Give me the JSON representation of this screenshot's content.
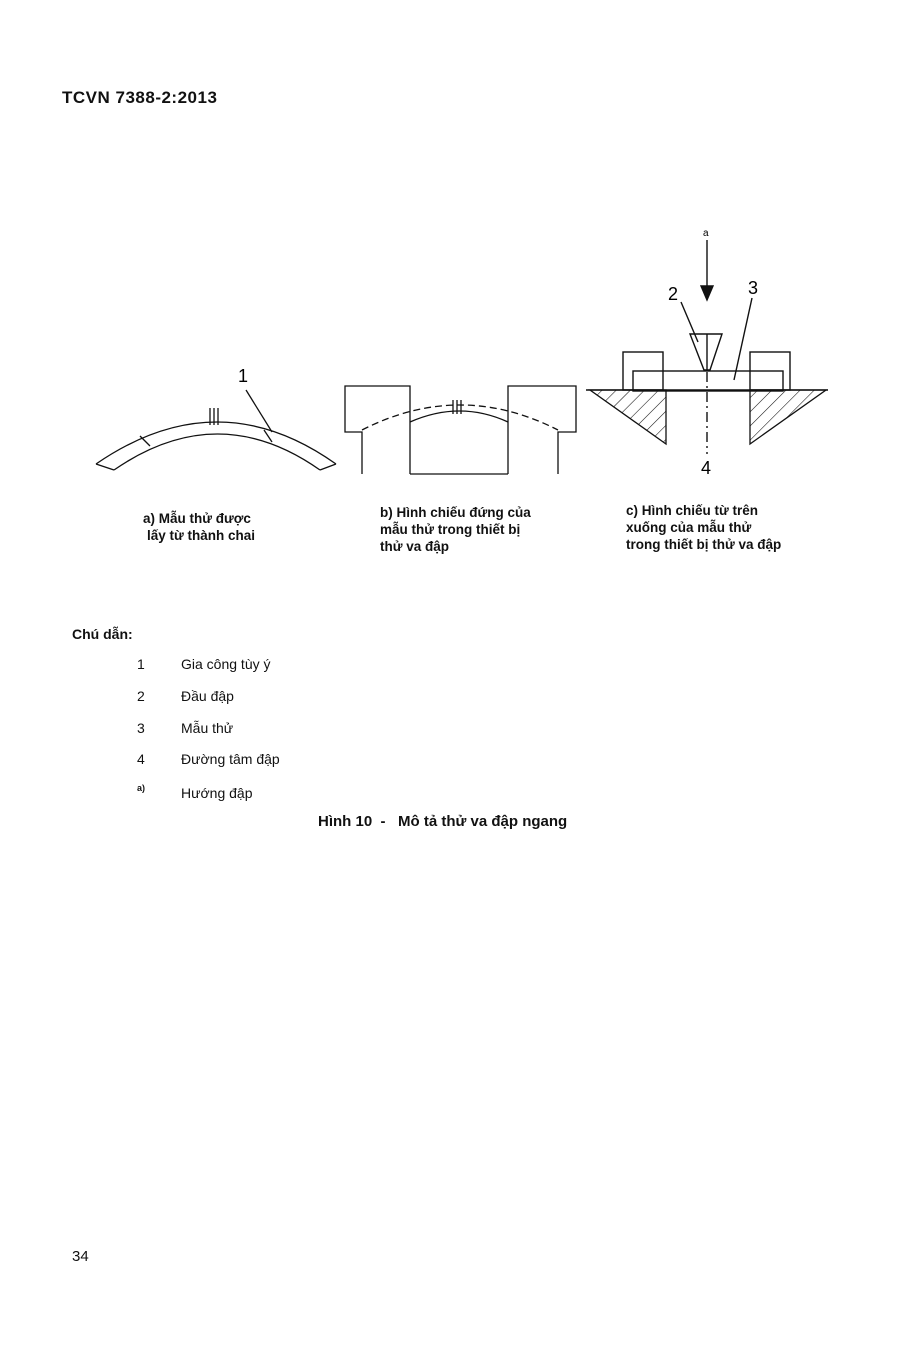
{
  "header": {
    "doc_id": "TCVN 7388-2:2013"
  },
  "figures": {
    "a": {
      "callout": "1",
      "caption_lines": [
        "a) Mẫu thử được",
        "lấy từ thành chai"
      ]
    },
    "b": {
      "caption_lines": [
        "b) Hình chiếu đứng của",
        "mẫu thử trong thiết bị",
        "thử va đập"
      ]
    },
    "c": {
      "callout_top": "a",
      "callout_2": "2",
      "callout_3": "3",
      "callout_4": "4",
      "caption_lines": [
        "c)  Hình chiếu từ trên",
        "xuống của mẫu thử",
        "trong thiết bị thử va đập"
      ]
    }
  },
  "legend": {
    "title": "Chú dẫn:",
    "items": [
      {
        "key": "1",
        "text": "Gia công tùy  ý"
      },
      {
        "key": "2",
        "text": "Đầu đập"
      },
      {
        "key": "3",
        "text": "Mẫu thử"
      },
      {
        "key": "4",
        "text": "Đường tâm đập"
      },
      {
        "key": "a)",
        "text": "Hướng đập"
      }
    ]
  },
  "figure_title": "Hình 10  -   Mô tả thử va đập ngang",
  "page_number": "34"
}
